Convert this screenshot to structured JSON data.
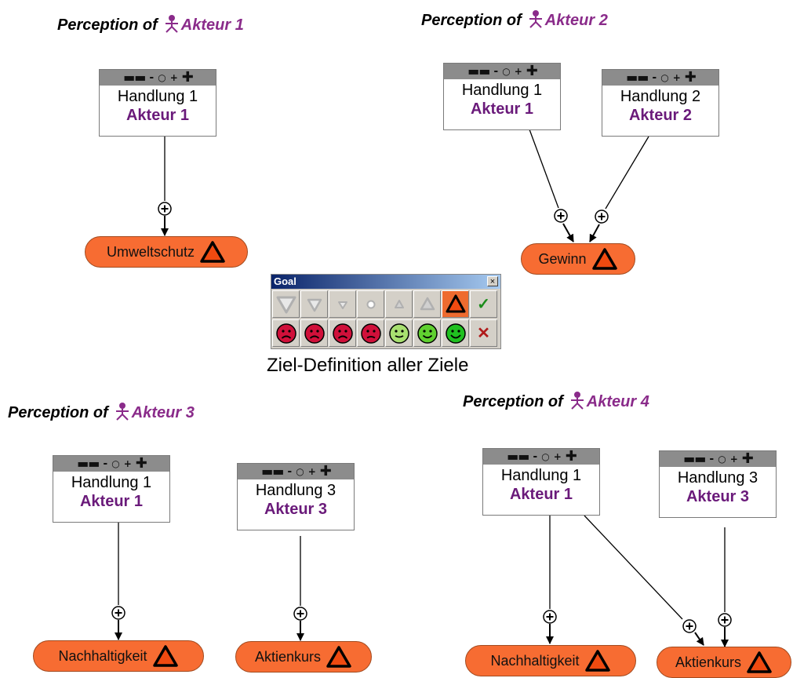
{
  "perception_prefix": "Perception of",
  "scale_symbols": {
    "mm": "▬▬",
    "m": "-",
    "zero": "○",
    "p": "+",
    "pp": "✚"
  },
  "actors": [
    {
      "name": "Akteur 1"
    },
    {
      "name": "Akteur 2"
    },
    {
      "name": "Akteur 3"
    },
    {
      "name": "Akteur 4"
    }
  ],
  "panels": [
    {
      "actor": "Akteur 1",
      "actions": [
        {
          "title": "Handlung 1",
          "owner": "Akteur 1"
        }
      ],
      "goals": [
        {
          "label": "Umweltschutz"
        }
      ]
    },
    {
      "actor": "Akteur 2",
      "actions": [
        {
          "title": "Handlung 1",
          "owner": "Akteur 1"
        },
        {
          "title": "Handlung 2",
          "owner": "Akteur 2"
        }
      ],
      "goals": [
        {
          "label": "Gewinn"
        }
      ]
    },
    {
      "actor": "Akteur 3",
      "actions": [
        {
          "title": "Handlung 1",
          "owner": "Akteur 1"
        },
        {
          "title": "Handlung 3",
          "owner": "Akteur 3"
        }
      ],
      "goals": [
        {
          "label": "Nachhaltigkeit"
        },
        {
          "label": "Aktienkurs"
        }
      ]
    },
    {
      "actor": "Akteur 4",
      "actions": [
        {
          "title": "Handlung 1",
          "owner": "Akteur 1"
        },
        {
          "title": "Handlung 3",
          "owner": "Akteur 3"
        }
      ],
      "goals": [
        {
          "label": "Nachhaltigkeit"
        },
        {
          "label": "Aktienkurs"
        }
      ]
    }
  ],
  "goal_dialog": {
    "title": "Goal",
    "close_glyph": "×",
    "ok_glyph": "✓",
    "cancel_glyph": "✕",
    "selected_index": 6
  },
  "caption": "Ziel-Definition aller Ziele",
  "colors": {
    "actor_name": "#8a2b8a",
    "goal_fill": "#f76c32",
    "triangle_fill": "#f04a10",
    "frown_face": "#d0103a",
    "smile_light": "#a8e070",
    "smile_mid": "#60d030",
    "smile_bright": "#20c020"
  }
}
